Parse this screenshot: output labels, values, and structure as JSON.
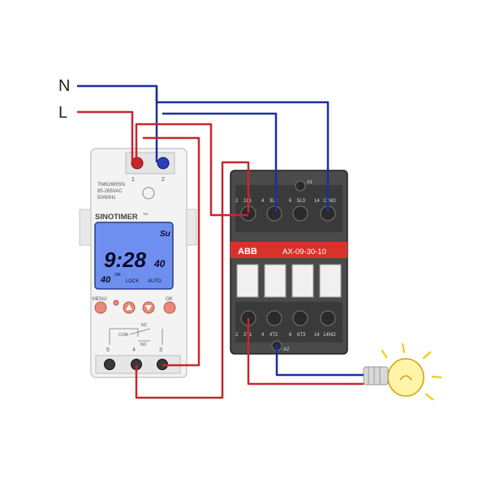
{
  "supply": {
    "neutral": "N",
    "line": "L"
  },
  "timer": {
    "model": "TM626RSN",
    "voltage": "85-265VAC",
    "frequency": "50/60Hz",
    "brand": "SINOTIMER",
    "trademark": "TM",
    "day": "Su",
    "time_main": "9:28",
    "time_seconds": "40",
    "status_num": "40",
    "status_on": "ON",
    "lock": "LOCK",
    "auto": "AUTO",
    "btn_menu": "MENU",
    "btn_ok": "OK",
    "relay_nc": "NC",
    "relay_no": "NO",
    "relay_com": "COM",
    "top_term_1": "1",
    "top_term_2": "2",
    "bot_term_5": "5",
    "bot_term_4": "4",
    "bot_term_3": "3"
  },
  "contactor": {
    "brand": "ABB",
    "model": "AX-09-30-10",
    "top_labels": [
      "1L1",
      "3L2",
      "5L3",
      "13NO"
    ],
    "top_nums": [
      "2",
      "4",
      "6",
      "14"
    ],
    "coil_top": "A1",
    "bottom_labels": [
      "2T1",
      "4T2",
      "6T3",
      "14NO"
    ],
    "bottom_nums": [
      "2",
      "4",
      "6",
      "14"
    ],
    "coil_bottom": "A2"
  },
  "colors": {
    "neutral_wire": "#1a2ea3",
    "line_wire": "#c8262b",
    "lcd": "#6f8ff0",
    "contactor_band": "#d8332a",
    "bulb_glow": "#f5d020"
  }
}
